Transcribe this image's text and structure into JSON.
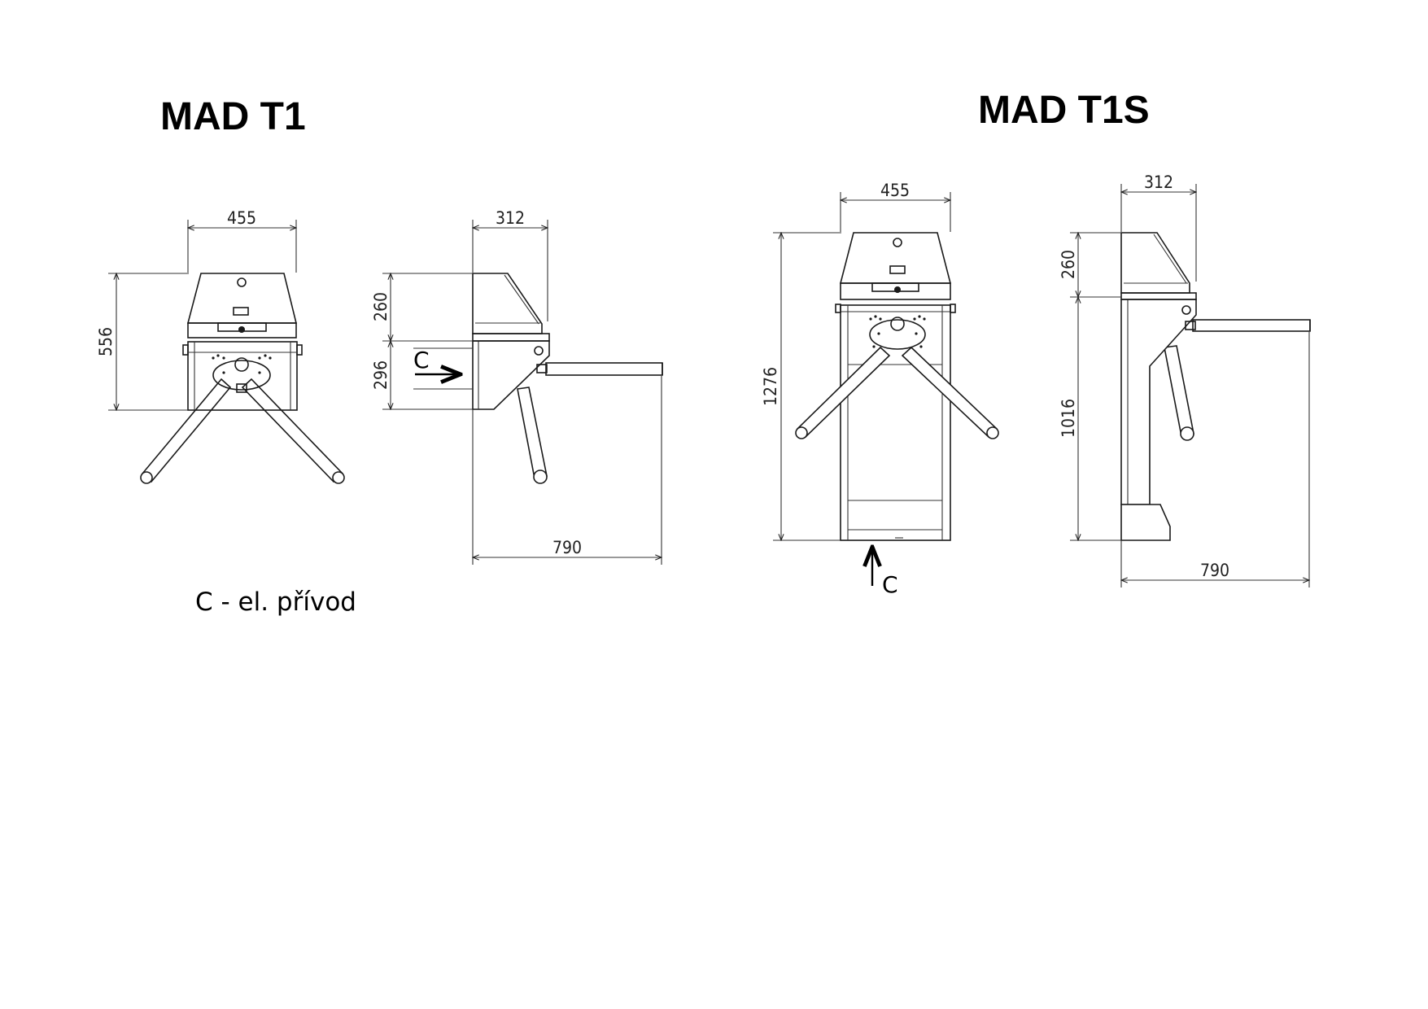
{
  "titles": {
    "left": "MAD T1",
    "right": "MAD T1S"
  },
  "legend": "C - el. přívod",
  "t1": {
    "front": {
      "width": "455",
      "height": "556"
    },
    "side": {
      "depth": "312",
      "upper": "260",
      "lower": "296",
      "length": "790",
      "inlet": "C"
    }
  },
  "t1s": {
    "front": {
      "width": "455",
      "height": "1276",
      "inlet": "C"
    },
    "side": {
      "depth": "312",
      "upper": "260",
      "lower": "1016",
      "length": "790"
    }
  }
}
